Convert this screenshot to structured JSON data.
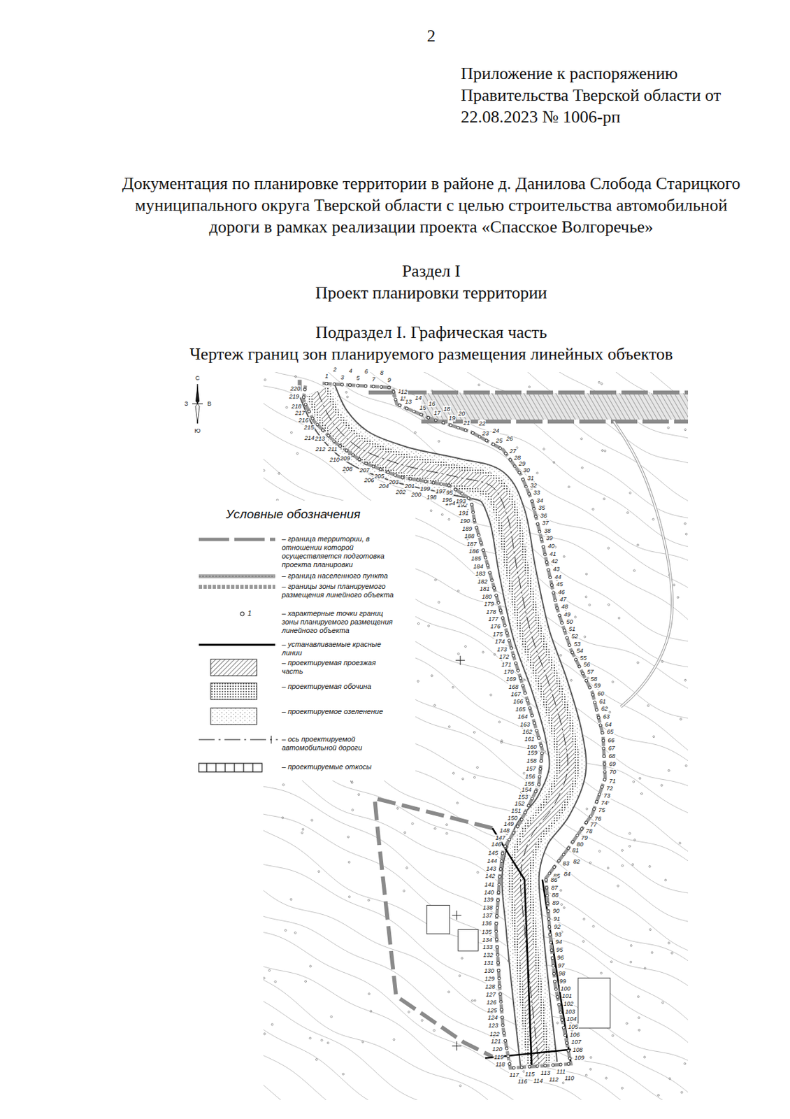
{
  "diagram": {
    "title": "Документация по планировке территории в районе д. Данилова Слобода Старицкого муниципального округа Тверской области с целью строительства автомобильной дороги в рамках реализации проекта «Спасское Волгоречье»",
    "labels": [
      "2",
      "Приложение к распоряжению Правительства Тверской области от 22.08.2023 № 1006-рп",
      "Раздел I",
      "Проект планировки территории",
      "Подраздел I. Графическая часть",
      "Чертеж границ зон планируемого размещения линейных объектов",
      "Условные обозначения",
      "С",
      "З",
      "В",
      "Ю",
      "1",
      "1",
      "2",
      "3",
      "4",
      "5",
      "6",
      "7",
      "8",
      "9",
      "10",
      "11",
      "12",
      "13",
      "14",
      "15",
      "16",
      "17",
      "18",
      "19",
      "20",
      "21",
      "22",
      "23",
      "24",
      "25",
      "26",
      "27",
      "28",
      "29",
      "30",
      "31",
      "32",
      "33",
      "34",
      "35",
      "36",
      "37",
      "38",
      "39",
      "40",
      "41",
      "42",
      "43",
      "44",
      "45",
      "46",
      "47",
      "48",
      "49",
      "50",
      "51",
      "52",
      "53",
      "54",
      "55",
      "56",
      "57",
      "58",
      "59",
      "60",
      "61",
      "62",
      "63",
      "64",
      "65",
      "66",
      "67",
      "68",
      "69",
      "70",
      "71",
      "72",
      "73",
      "74",
      "75",
      "76",
      "77",
      "78",
      "79",
      "80",
      "81",
      "82",
      "83",
      "84",
      "85",
      "86",
      "87",
      "88",
      "89",
      "90",
      "91",
      "92",
      "93",
      "94",
      "95",
      "96",
      "97",
      "98",
      "99",
      "100",
      "101",
      "102",
      "103",
      "104",
      "105",
      "106",
      "107",
      "108",
      "109",
      "110",
      "111",
      "112",
      "113",
      "114",
      "115",
      "116",
      "117",
      "118",
      "119",
      "120",
      "121",
      "122",
      "123",
      "124",
      "125",
      "126",
      "127",
      "128",
      "129",
      "130",
      "131",
      "132",
      "133",
      "134",
      "135",
      "136",
      "137",
      "138",
      "139",
      "140",
      "141",
      "142",
      "143",
      "144",
      "145",
      "146",
      "147",
      "148",
      "149",
      "150",
      "151",
      "152",
      "153",
      "154",
      "155",
      "156",
      "157",
      "158",
      "159",
      "160",
      "161",
      "162",
      "163",
      "164",
      "165",
      "166",
      "167",
      "168",
      "169",
      "170",
      "171",
      "172",
      "173",
      "174",
      "175",
      "176",
      "177",
      "178",
      "179",
      "180",
      "181",
      "182",
      "183",
      "184",
      "185",
      "186",
      "187",
      "188",
      "189",
      "190",
      "191",
      "192",
      "193",
      "194",
      "195",
      "196",
      "197",
      "198",
      "199",
      "200",
      "201",
      "202",
      "203",
      "204",
      "205",
      "206",
      "207",
      "208",
      "209",
      "210",
      "211",
      "212",
      "213",
      "214",
      "215",
      "216",
      "217",
      "218",
      "219",
      "220"
    ],
    "legend": [
      {
        "text": "– граница территории, в отношении которой осуществляется подготовка проекта планировки"
      },
      {
        "text": "– граница населенного пункта"
      },
      {
        "text": "– границы зоны планируемого размещения линейного объекта"
      },
      {
        "text": "– характерные точки границ зоны планируемого размещения линейного объекта"
      },
      {
        "text": "– устанавливаемые красные линии"
      },
      {
        "text": "– проектируемая проезжая часть"
      },
      {
        "text": "– проектируемая обочина"
      },
      {
        "text": "– проектируемое озеленение"
      },
      {
        "text": "– ось проектируемой автомобильной дороги"
      },
      {
        "text": "– проектируемые откосы"
      }
    ]
  }
}
